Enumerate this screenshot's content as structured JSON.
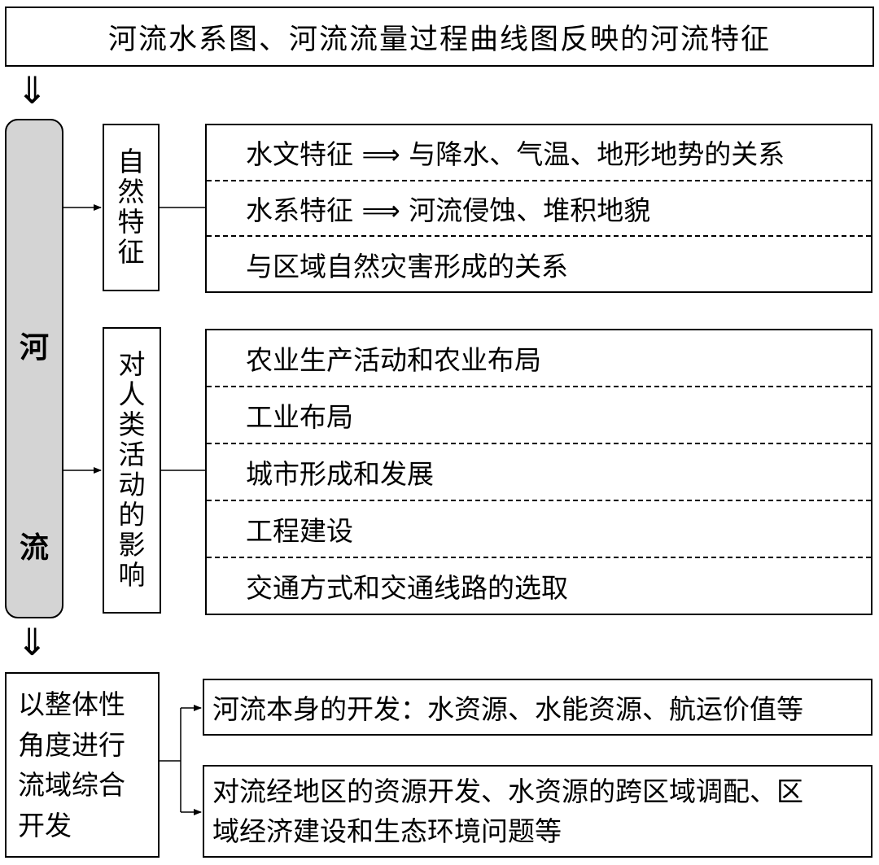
{
  "title": "河流水系图、河流流量过程曲线图反映的河流特征",
  "river": {
    "chars": [
      "河",
      "流"
    ]
  },
  "natural": {
    "label_chars": [
      "自",
      "然",
      "特",
      "征"
    ],
    "rows": [
      "水文特征 ⟹ 与降水、气温、地形地势的关系",
      "水系特征 ⟹ 河流侵蚀、堆积地貌",
      "与区域自然灾害形成的关系"
    ]
  },
  "human": {
    "label_chars": [
      "对",
      "人",
      "类",
      "活",
      "动",
      "的",
      "影",
      "响"
    ],
    "rows": [
      "农业生产活动和农业布局",
      "工业布局",
      "城市形成和发展",
      "工程建设",
      "交通方式和交通线路的选取"
    ]
  },
  "development": {
    "label_lines": [
      "以整体性",
      "角度进行",
      "流域综合",
      "开发"
    ],
    "items": [
      {
        "lines": [
          "河流本身的开发：水资源、水能资源、航运价值等"
        ]
      },
      {
        "lines": [
          "对流经地区的资源开发、水资源的跨区域调配、区",
          "域经济建设和生态环境问题等"
        ]
      }
    ]
  },
  "arrows": {
    "double_down": "⇓"
  }
}
